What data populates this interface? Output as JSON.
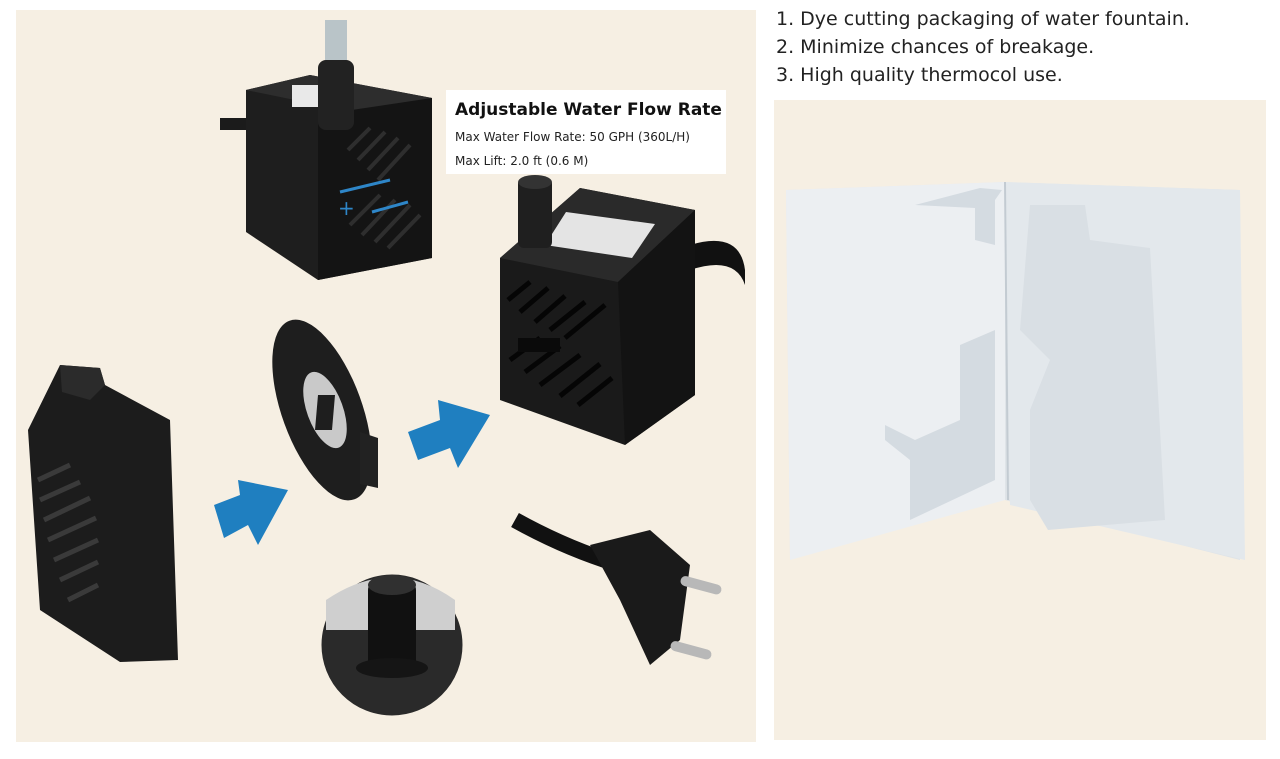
{
  "spec": {
    "title": "Adjustable Water Flow Rate",
    "flow_rate": "Max Water Flow Rate: 50 GPH (360L/H)",
    "max_lift": "Max Lift: 2.0 ft (0.6 M)"
  },
  "features": [
    "1. Dye cutting packaging of water fountain.",
    "2. Minimize chances of breakage.",
    "3. High quality thermocol use."
  ],
  "colors": {
    "background": "#f6efe3",
    "pump": "#1b1b1b",
    "arrow": "#1f7fc0",
    "foam": "#e8ecef"
  }
}
